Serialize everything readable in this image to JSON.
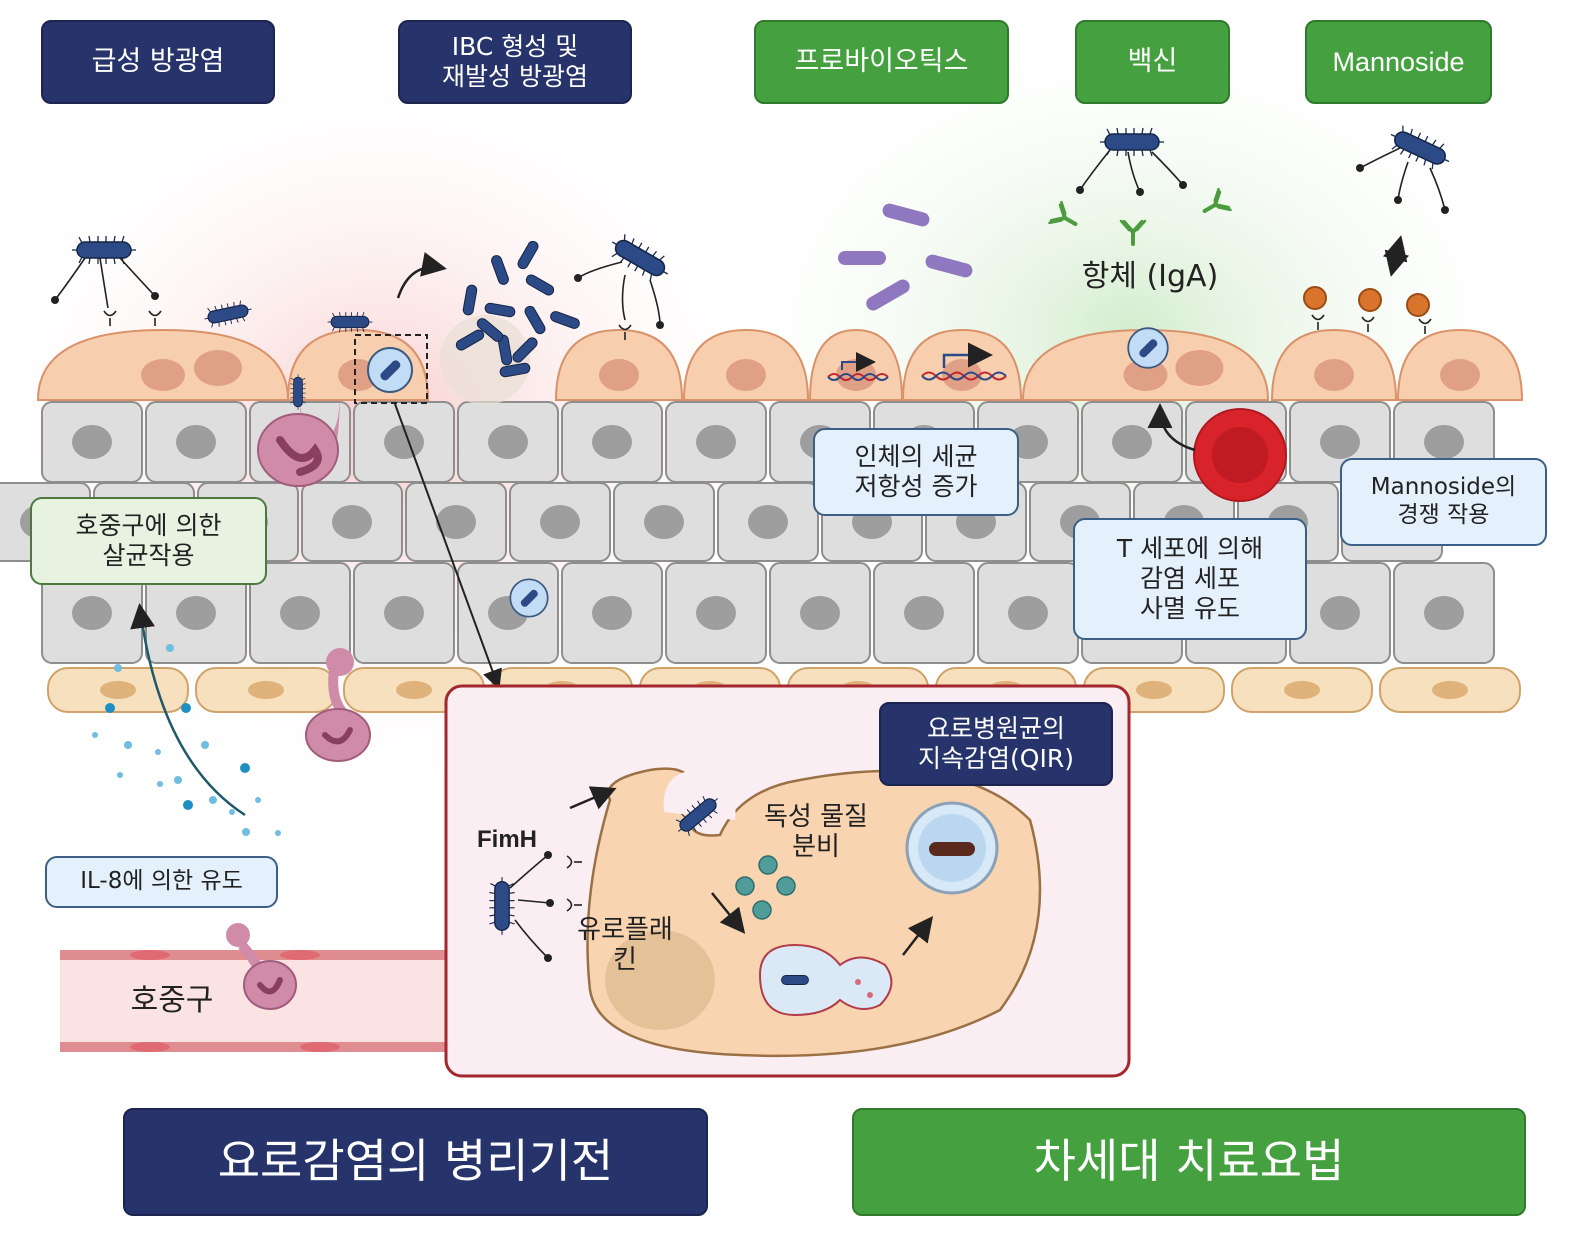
{
  "top_labels": {
    "acute": "급성 방광염",
    "ibc": "IBC 형성 및\n재발성 방광염",
    "probiotics": "프로바이오틱스",
    "vaccine": "백신",
    "mannoside": "Mannoside"
  },
  "callouts": {
    "neutrophil_kill": "호중구에 의한\n살균작용",
    "il8": "IL-8에 의한 유도",
    "resistance": "인체의 세균\n저항성 증가",
    "tcell": "T 세포에 의해\n감염 세포\n사멸 유도",
    "mannoside_compete": "Mannoside의\n경쟁 작용",
    "qir": "요로병원균의\n지속감염(QIR)"
  },
  "labels": {
    "antibody": "항체 (IgA)",
    "neutrophil": "호중구",
    "fimh": "FimH",
    "toxin": "독성 물질\n분비",
    "uroplakin": "유로플래\n킨"
  },
  "bottom": {
    "pathogenesis": "요로감염의 병리기전",
    "therapy": "차세대 치료요법"
  },
  "colors": {
    "navy": "#27346b",
    "green": "#45a13f",
    "bacteria": "#2c4a86",
    "umbrella_cell": "#f7cfae",
    "nucleus": "#e0a086",
    "epithelium": "#dedede",
    "basal_cell": "#f7e0bd",
    "vessel": "#f3b3b6",
    "neutrophil": "#cf8ba8",
    "tcell": "#d8232a",
    "inset_border": "#a3272d",
    "probiotic": "#8f78bf",
    "antibody": "#4c9b3f",
    "mannoside_ball": "#d8742c"
  }
}
